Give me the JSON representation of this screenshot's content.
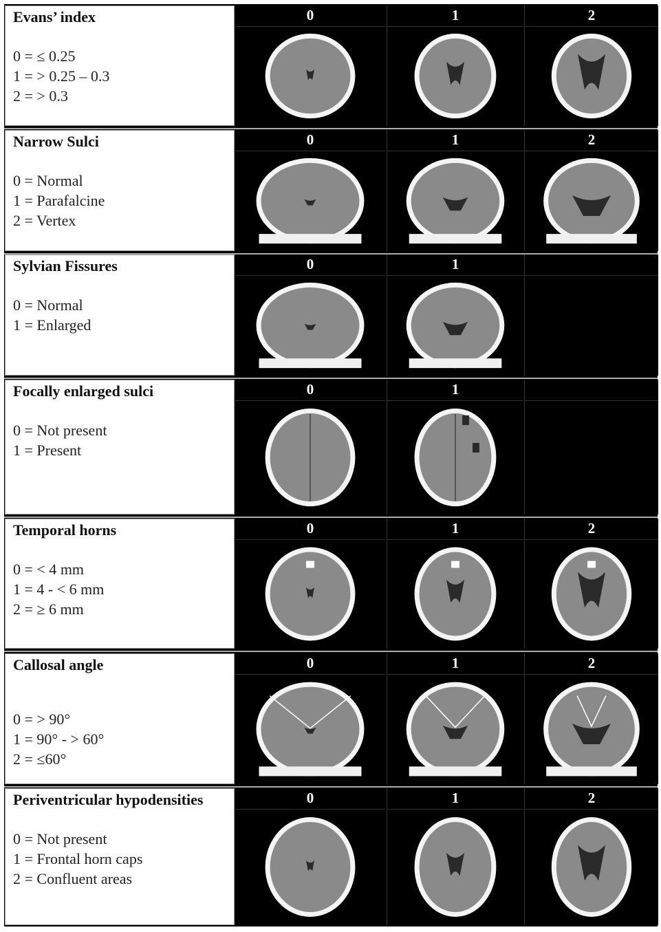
{
  "rows": [
    {
      "title": "Evans’ index",
      "criteria": [
        "0 = ≤ 0.25",
        "1 = > 0.25 – 0.3",
        "2 = > 0.3"
      ],
      "grades": [
        "0",
        "1",
        "2"
      ]
    },
    {
      "title": "Narrow Sulci",
      "criteria": [
        "0 = Normal",
        "1 = Parafalcine",
        "2 = Vertex"
      ],
      "grades": [
        "0",
        "1",
        "2"
      ]
    },
    {
      "title": "Sylvian Fissures",
      "criteria": [
        "0 = Normal",
        "1 = Enlarged"
      ],
      "grades": [
        "0",
        "1"
      ]
    },
    {
      "title": "Focally enlarged sulci",
      "criteria": [
        "0 = Not present",
        "1 = Present"
      ],
      "grades": [
        "0",
        "1"
      ]
    },
    {
      "title": "Temporal horns",
      "criteria": [
        "0 = < 4 mm",
        "1 = 4 - < 6 mm",
        "2 = ≥ 6 mm"
      ],
      "grades": [
        "0",
        "1",
        "2"
      ]
    },
    {
      "title": "Callosal angle",
      "criteria": [
        "0 = > 90°",
        "1 = 90° - > 60°",
        "2 = ≤60°"
      ],
      "grades": [
        "0",
        "1",
        "2"
      ]
    },
    {
      "title": "Periventricular hypodensities",
      "criteria": [
        "0 = Not present",
        "1 = Frontal horn caps",
        "2 = Confluent areas"
      ],
      "grades": [
        "0",
        "1",
        "2"
      ]
    }
  ]
}
